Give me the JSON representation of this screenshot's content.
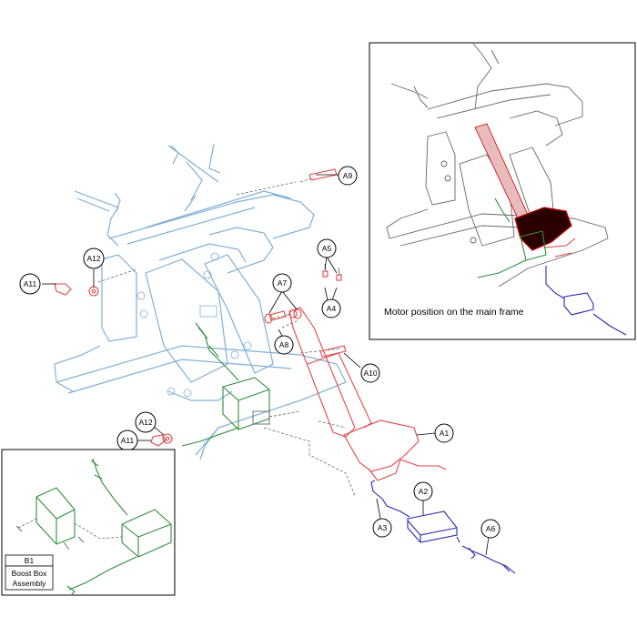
{
  "callouts": {
    "A1": "A1",
    "A2": "A2",
    "A3": "A3",
    "A4": "A4",
    "A5": "A5",
    "A6": "A6",
    "A7": "A7",
    "A8": "A8",
    "A9": "A9",
    "A10": "A10",
    "A11_top": "A11",
    "A11_bottom": "A11",
    "A12_top": "A12",
    "A12_bottom": "A12"
  },
  "inset_motor": {
    "caption": "Motor position on the main frame"
  },
  "inset_boost": {
    "id": "B1",
    "name_line1": "Boost Box",
    "name_line2": "Assembly"
  },
  "colors": {
    "frame": "#7fb0d6",
    "actuator": "#e04545",
    "boost_box": "#2f8f3c",
    "power_supply": "#2a2ab0",
    "highlight_motor": "#cc0000"
  }
}
